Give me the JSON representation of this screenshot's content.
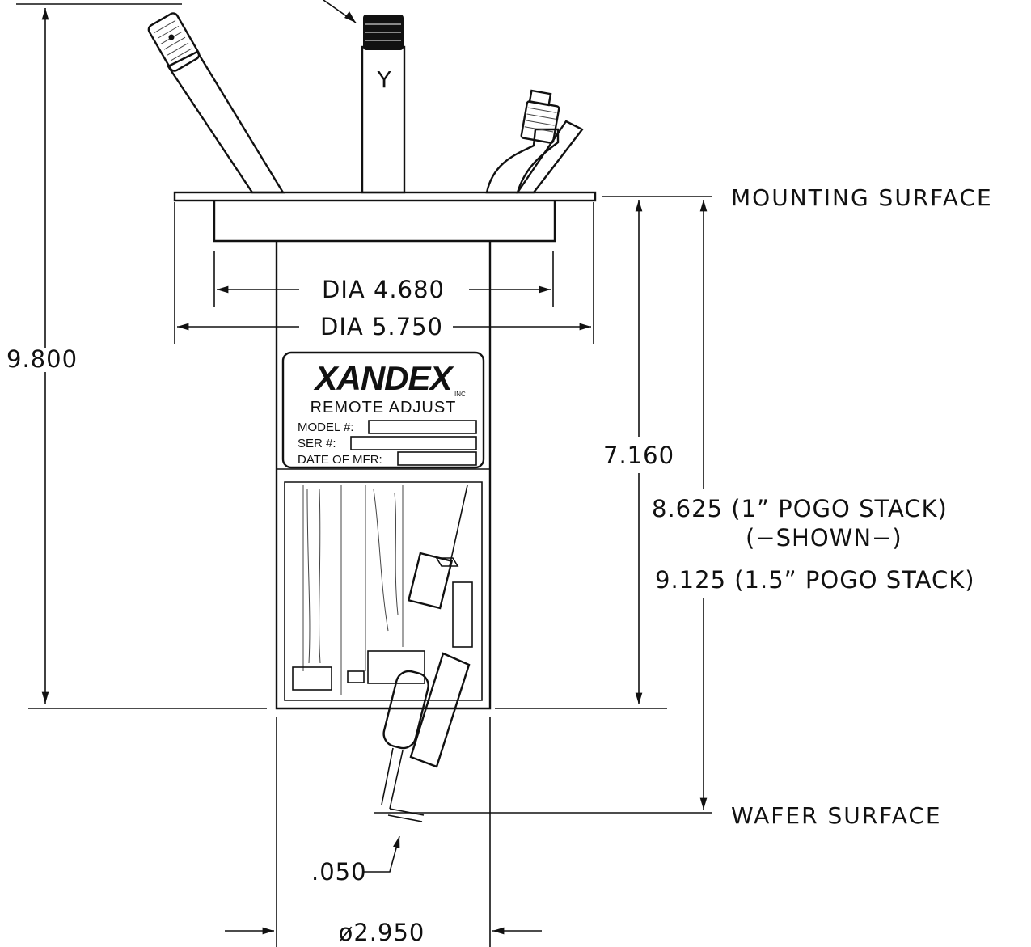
{
  "dimensions": {
    "overall_height": "9.800",
    "dia_inner": "DIA 4.680",
    "dia_outer": "DIA 5.750",
    "height_to_mount": "7.160",
    "pogo_1in": "8.625 (1” POGO STACK)",
    "shown": "(−SHOWN−)",
    "pogo_15in": "9.125 (1.5” POGO STACK)",
    "tip_offset": ".050",
    "base_dia": "ø2.950"
  },
  "labels": {
    "mounting_surface": "MOUNTING SURFACE",
    "wafer_surface": "WAFER SURFACE",
    "axis_y": "Y"
  },
  "nameplate": {
    "brand": "XANDEX",
    "brand_suffix": "INC",
    "title": "REMOTE ADJUST",
    "model": "MODEL #:",
    "serial": "SER #:",
    "date": "DATE OF MFR:"
  },
  "colors": {
    "ink": "#111111",
    "paper": "#ffffff"
  }
}
